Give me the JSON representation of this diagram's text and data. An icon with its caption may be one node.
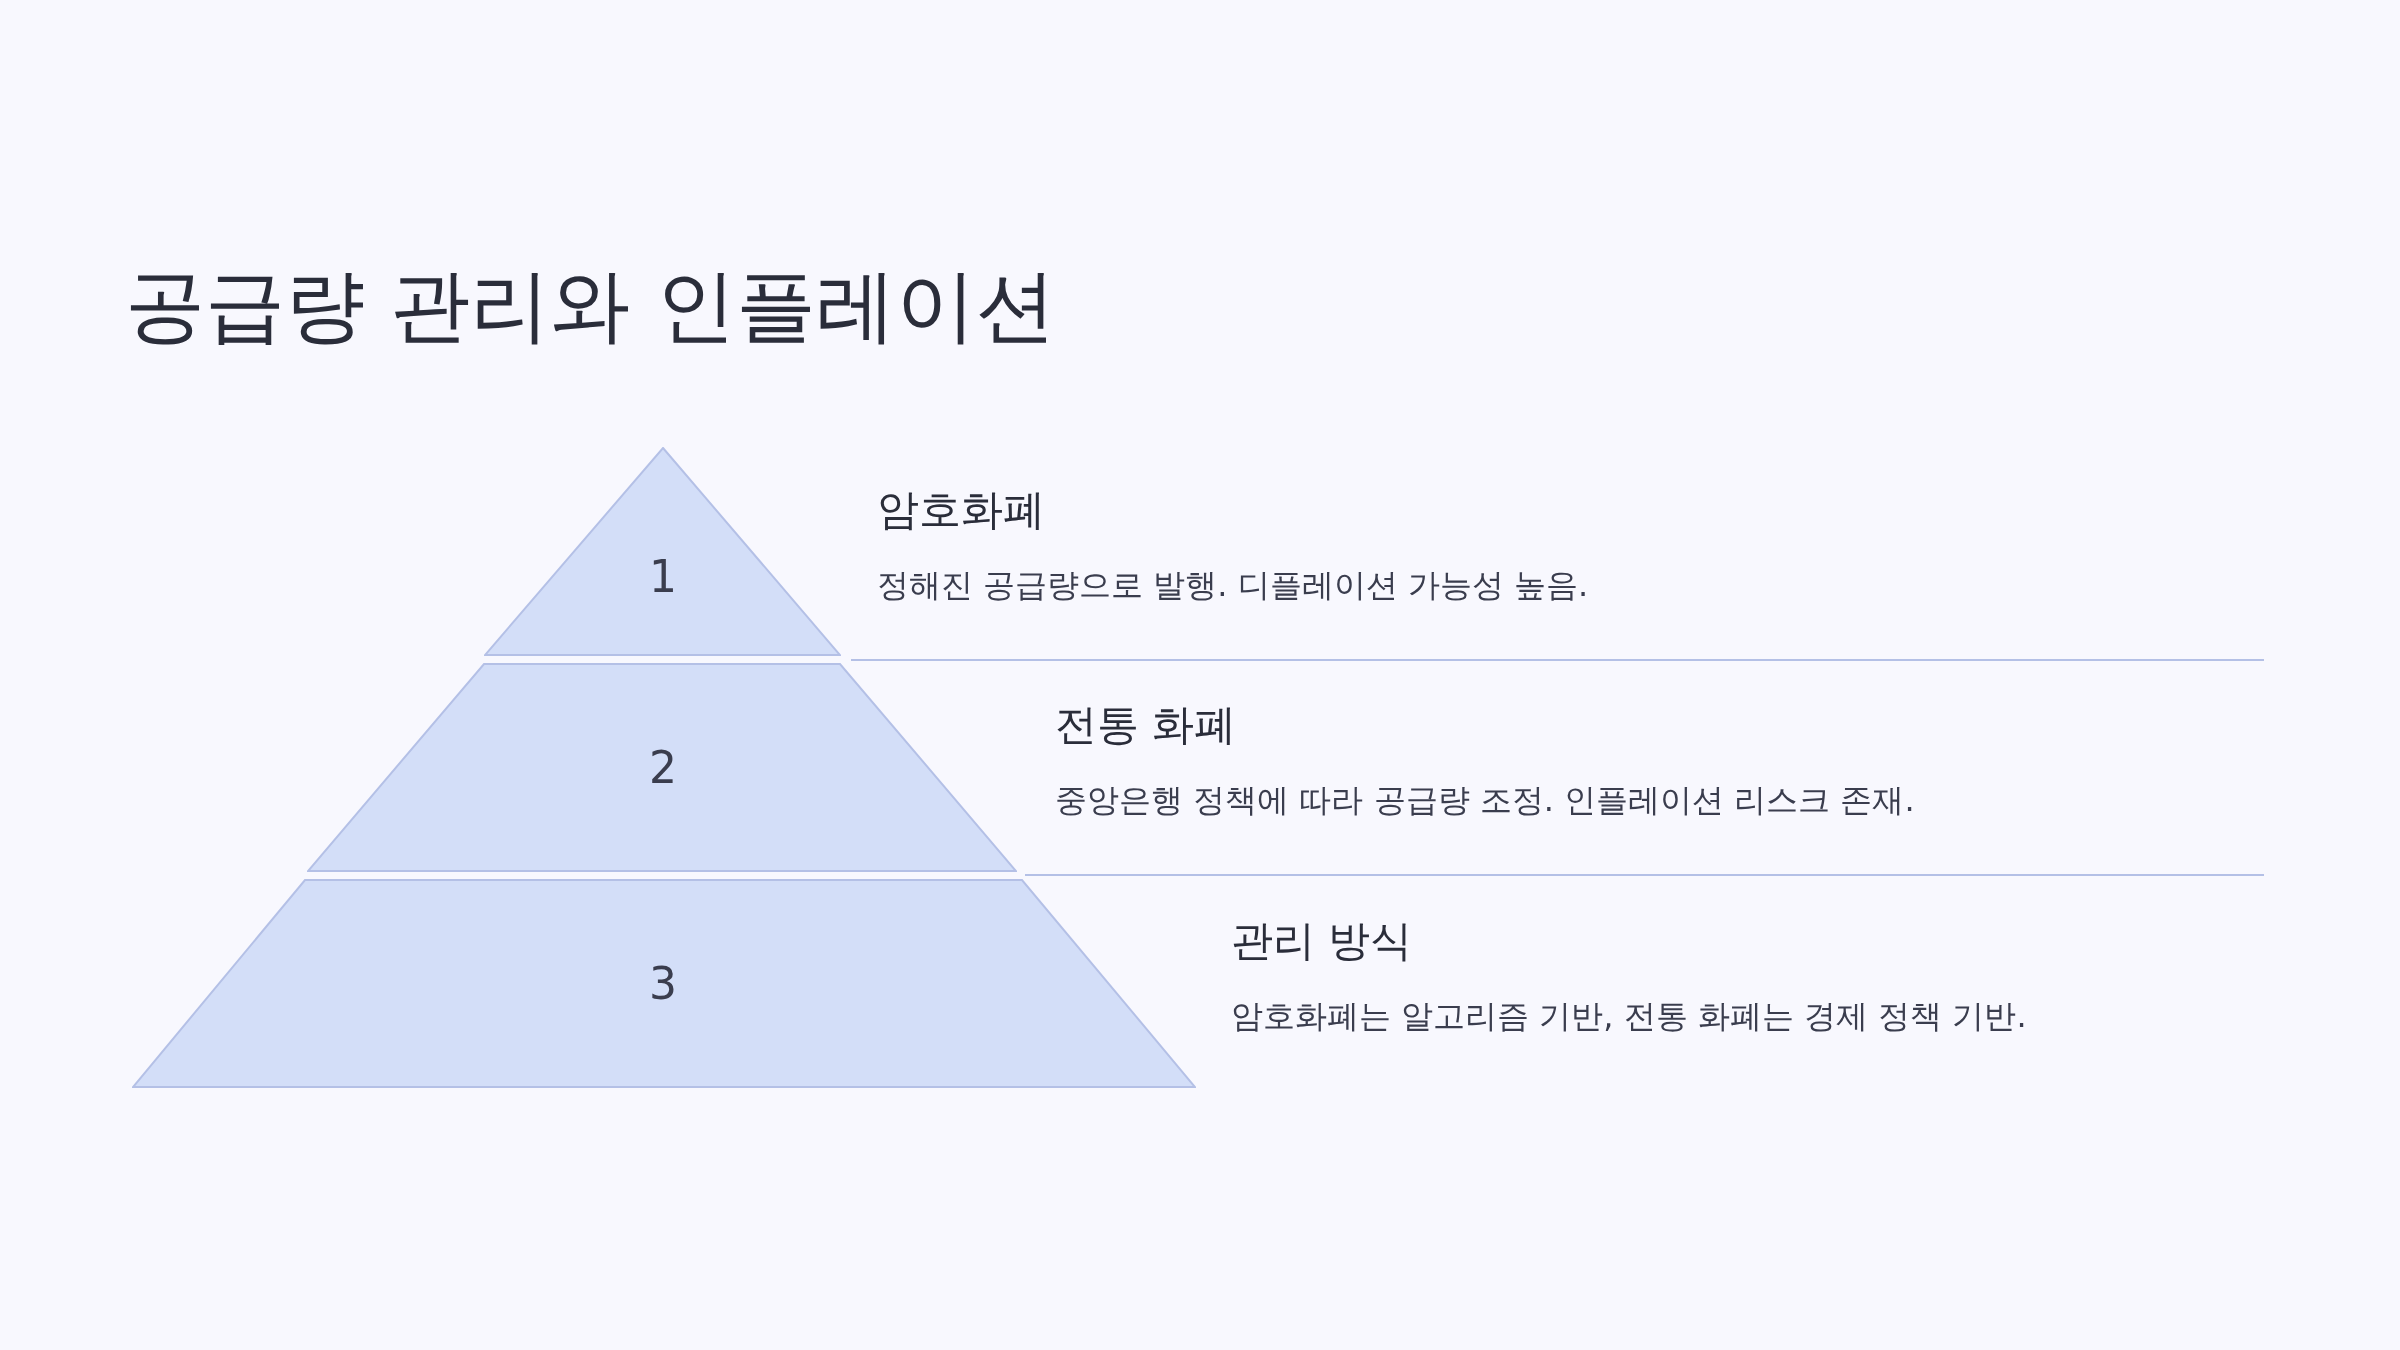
{
  "diagram": {
    "title": "공급량 관리와 인플레이션",
    "nodes": [
      {
        "text": [
          "1"
        ],
        "beside": [
          "암호화폐",
          "정해진 공급량으로 발행. 디플레이션 가능성 높음."
        ]
      },
      {
        "text": [
          "2"
        ],
        "beside": [
          "전통 화폐",
          "중앙은행 정책에 따라 공급량 조정. 인플레이션 리스크 존재."
        ]
      },
      {
        "text": [
          "3"
        ],
        "beside": [
          "관리 방식",
          "암호화폐는 알고리즘 기반, 전통 화폐는 경제 정책 기반."
        ]
      }
    ]
  }
}
